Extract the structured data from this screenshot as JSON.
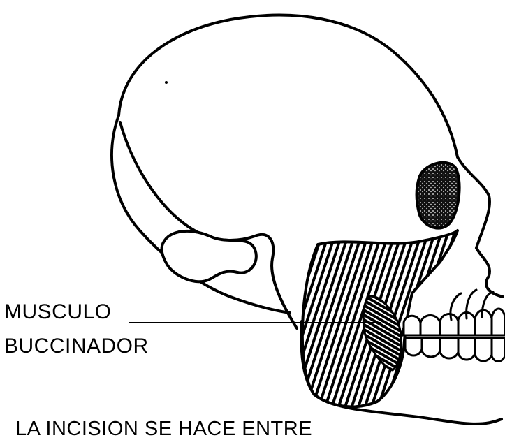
{
  "labels": {
    "line1": "MUSCULO",
    "line2": "BUCCINADOR",
    "caption": "LA INCISION SE HACE ENTRE"
  },
  "colors": {
    "ink": "#000000",
    "paper": "#ffffff"
  }
}
